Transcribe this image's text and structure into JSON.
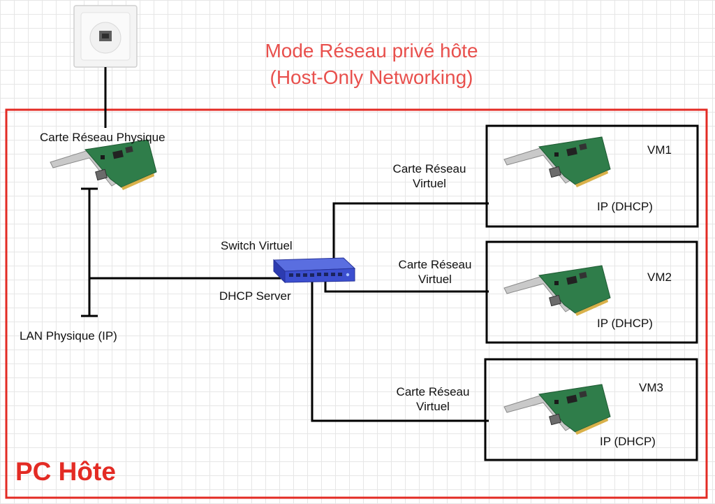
{
  "title": {
    "line1": "Mode Réseau privé hôte",
    "line2": "(Host-Only Networking)"
  },
  "host": {
    "label": "PC Hôte"
  },
  "physical_nic": {
    "label": "Carte Réseau Physique"
  },
  "lan": {
    "label": "LAN Physique (IP)"
  },
  "switch": {
    "label": "Switch Virtuel",
    "dhcp_label": "DHCP Server"
  },
  "virtual_nic_label": {
    "line1": "Carte Réseau",
    "line2": "Virtuel"
  },
  "vms": [
    {
      "name": "VM1",
      "ip": "IP (DHCP)"
    },
    {
      "name": "VM2",
      "ip": "IP (DHCP)"
    },
    {
      "name": "VM3",
      "ip": "IP (DHCP)"
    }
  ],
  "colors": {
    "title": "#e8504d",
    "host_border": "#e32b24",
    "line": "#000000",
    "switch": "#3c4fd0",
    "nic_board": "#2f7d4a"
  }
}
